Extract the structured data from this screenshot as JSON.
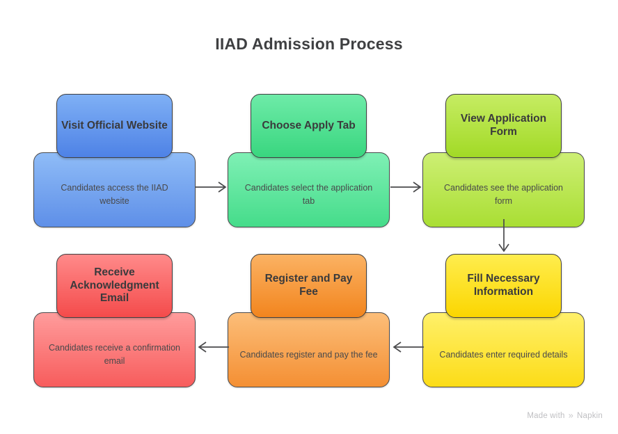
{
  "title": "IIAD Admission Process",
  "watermark": {
    "text_before": "Made with",
    "brand": "Napkin",
    "glyph": "»"
  },
  "nodes": [
    {
      "id": "visit-official-website",
      "header": "Visit Official Website",
      "body": "Candidates access the IIAD website",
      "color": "#5E8FE8",
      "order": 1
    },
    {
      "id": "choose-apply-tab",
      "header": "Choose Apply Tab",
      "body": "Candidates select the application tab",
      "color": "#45DC8A",
      "order": 2
    },
    {
      "id": "view-application-form",
      "header": "View Application Form",
      "body": "Candidates see the application form",
      "color": "#A9DE33",
      "order": 3
    },
    {
      "id": "fill-necessary-information",
      "header": "Fill Necessary Information",
      "body": "Candidates enter required details",
      "color": "#FCDC17",
      "order": 4
    },
    {
      "id": "register-and-pay-fee",
      "header": "Register and Pay Fee",
      "body": "Candidates register and pay the fee",
      "color": "#F48F33",
      "order": 5
    },
    {
      "id": "receive-acknowledgment-email",
      "header": "Receive Acknowledgment Email",
      "body": "Candidates receive a confirmation email",
      "color": "#F75C5C",
      "order": 6
    }
  ],
  "connectors": [
    {
      "from": "visit-official-website",
      "to": "choose-apply-tab",
      "direction": "right"
    },
    {
      "from": "choose-apply-tab",
      "to": "view-application-form",
      "direction": "right"
    },
    {
      "from": "view-application-form",
      "to": "fill-necessary-information",
      "direction": "down"
    },
    {
      "from": "fill-necessary-information",
      "to": "register-and-pay-fee",
      "direction": "left"
    },
    {
      "from": "register-and-pay-fee",
      "to": "receive-acknowledgment-email",
      "direction": "left"
    }
  ]
}
